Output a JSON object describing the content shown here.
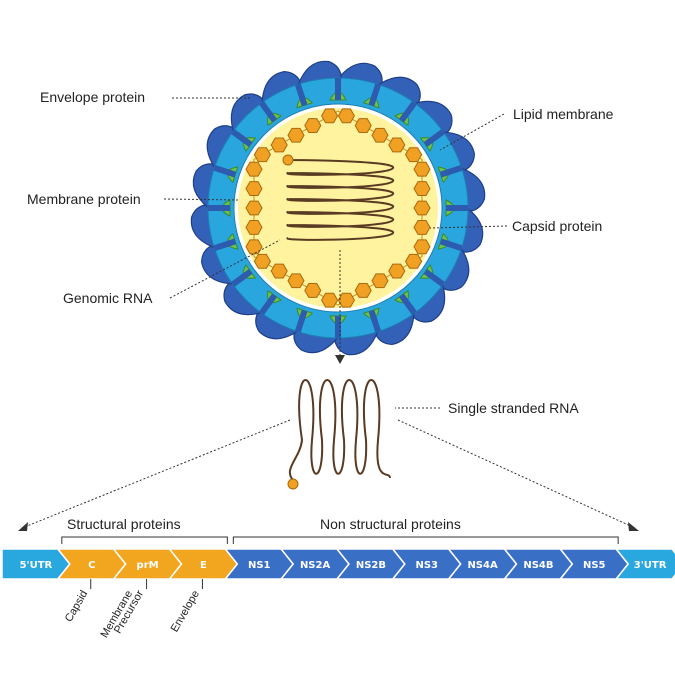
{
  "labels": {
    "envelope_protein": "Envelope protein",
    "lipid_membrane": "Lipid membrane",
    "membrane_protein": "Membrane protein",
    "capsid_protein": "Capsid protein",
    "genomic_rna": "Genomic RNA",
    "single_stranded_rna": "Single stranded RNA"
  },
  "genome": {
    "structural_label": "Structural proteins",
    "nonstructural_label": "Non structural proteins",
    "segments": [
      {
        "label": "5'UTR",
        "color": "#29a8e0"
      },
      {
        "label": "C",
        "color": "#f2a51f"
      },
      {
        "label": "prM",
        "color": "#f2a51f"
      },
      {
        "label": "E",
        "color": "#f2a51f"
      },
      {
        "label": "NS1",
        "color": "#3a6fc6"
      },
      {
        "label": "NS2A",
        "color": "#3a6fc6"
      },
      {
        "label": "NS2B",
        "color": "#3a6fc6"
      },
      {
        "label": "NS3",
        "color": "#3a6fc6"
      },
      {
        "label": "NS4A",
        "color": "#3a6fc6"
      },
      {
        "label": "NS4B",
        "color": "#3a6fc6"
      },
      {
        "label": "NS5",
        "color": "#3a6fc6"
      },
      {
        "label": "3'UTR",
        "color": "#29a8e0"
      }
    ],
    "sublabels": {
      "capsid": "Capsid",
      "precursor": "Precursor",
      "membrane": "Membrane",
      "envelope": "Envelope"
    }
  },
  "colors": {
    "envelope": "#3461b8",
    "lipid": "#2aa6df",
    "membrane_protein": "#6cc24a",
    "capsid": "#f0a022",
    "core": "#fff3a0",
    "rna": "#5a3a22"
  }
}
